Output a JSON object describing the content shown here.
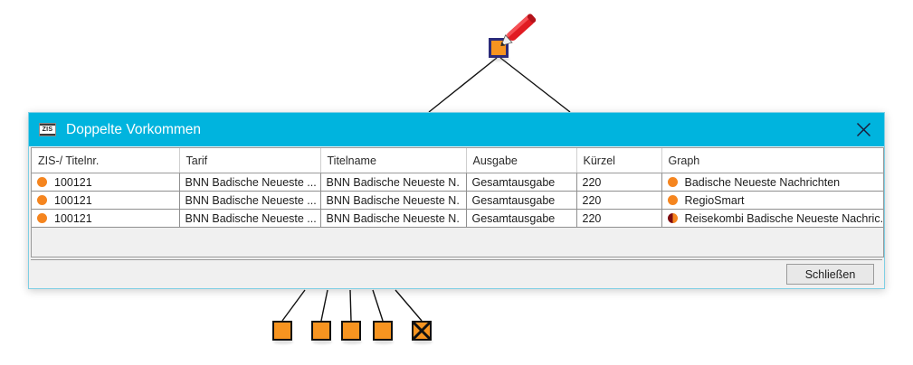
{
  "dialog": {
    "title": "Doppelte Vorkommen",
    "app_icon_label": "ZIS",
    "close_icon": "close-icon",
    "footer": {
      "close_button_label": "Schließen"
    }
  },
  "table": {
    "columns": [
      "ZIS-/ Titelnr.",
      "Tarif",
      "Titelname",
      "Ausgabe",
      "Kürzel",
      "Graph"
    ],
    "rows": [
      {
        "titelnr": "100121",
        "titelnr_dot": "orange",
        "tarif": "BNN Badische Neueste ...",
        "titelname": "BNN Badische Neueste N.",
        "ausgabe": "Gesamtausgabe",
        "kuerzel": "220",
        "graph": "Badische Neueste Nachrichten",
        "graph_dot": "orange"
      },
      {
        "titelnr": "100121",
        "titelnr_dot": "orange",
        "tarif": "BNN Badische Neueste ...",
        "titelname": "BNN Badische Neueste N.",
        "ausgabe": "Gesamtausgabe",
        "kuerzel": "220",
        "graph": "RegioSmart",
        "graph_dot": "orange"
      },
      {
        "titelnr": "100121",
        "titelnr_dot": "orange",
        "tarif": "BNN Badische Neueste ...",
        "titelname": "BNN Badische Neueste N.",
        "ausgabe": "Gesamtausgabe",
        "kuerzel": "220",
        "graph": "Reisekombi Badische Neueste Nachric...",
        "graph_dot": "half"
      }
    ]
  },
  "graph": {
    "top_node": {
      "name": "selected-node-with-pencil",
      "state": "selected-editing",
      "fill": "#f79420",
      "selection_color": "#2b2b7a"
    },
    "bottom_nodes": [
      {
        "name": "graph-node-1",
        "state": "normal",
        "fill": "#f79420"
      },
      {
        "name": "graph-node-2",
        "state": "normal",
        "fill": "#f79420"
      },
      {
        "name": "graph-node-3",
        "state": "normal",
        "fill": "#f79420"
      },
      {
        "name": "graph-node-4",
        "state": "normal",
        "fill": "#f79420"
      },
      {
        "name": "graph-node-5",
        "state": "crossed",
        "fill": "#f79420"
      }
    ]
  },
  "colors": {
    "title_bar": "#00b4de",
    "node_orange": "#f79420",
    "dot_orange": "#f5851f",
    "dot_dark": "#7d0b10",
    "pencil_red": "#e11b22"
  }
}
